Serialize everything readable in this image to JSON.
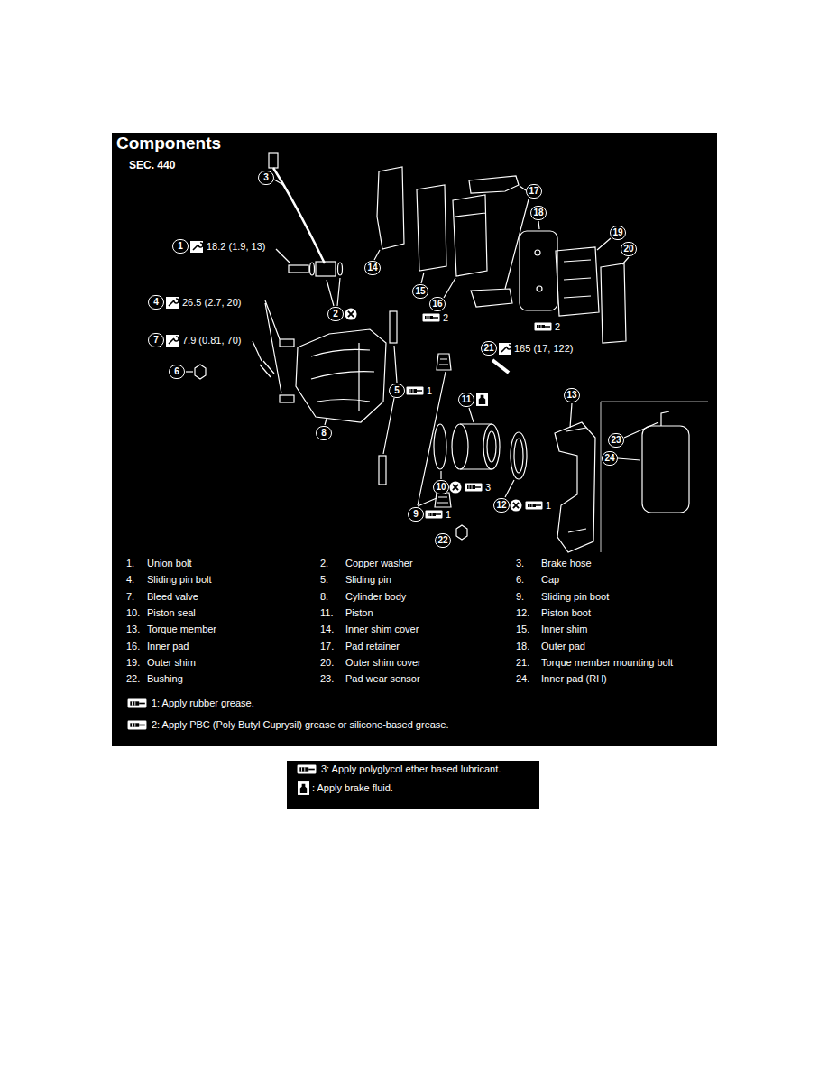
{
  "diagram": {
    "title": "Components",
    "labels": [
      "SEC. 440",
      "3",
      "1",
      "18.2 (1.9, 13)",
      "2",
      "4",
      "26.5 (2.7, 20)",
      "7",
      "7.9 (0.81, 70)",
      "6",
      "14",
      "15",
      "2",
      "16",
      "17",
      "18",
      "19",
      "20",
      "2",
      "21",
      "165 (17, 122)",
      "5",
      "1",
      "8",
      "11",
      "13",
      "10",
      "3",
      "9",
      "1",
      "12",
      "1",
      "22",
      "23",
      "24",
      "1.",
      "Union bolt",
      "2.",
      "Copper washer",
      "3.",
      "Brake hose",
      "4.",
      "Sliding pin bolt",
      "5.",
      "Sliding pin",
      "6.",
      "Cap",
      "7.",
      "Bleed valve",
      "8.",
      "Cylinder body",
      "9.",
      "Sliding pin boot",
      "10.",
      "Piston seal",
      "11.",
      "Piston",
      "12.",
      "Piston boot",
      "13.",
      "Torque member",
      "14.",
      "Inner shim cover",
      "15.",
      "Inner shim",
      "16.",
      "Inner pad",
      "17.",
      "Pad retainer",
      "18.",
      "Outer pad",
      "19.",
      "Outer shim",
      "20.",
      "Outer shim cover",
      "21.",
      "Torque member mounting bolt",
      "22.",
      "Bushing",
      "23.",
      "Pad wear sensor",
      "24.",
      "Inner pad (RH)"
    ],
    "legend": [
      {
        "text": "1: Apply rubber grease."
      },
      {
        "text": "2: Apply PBC (Poly Butyl Cuprysil) grease or silicone-based grease."
      },
      {
        "text": "3: Apply polyglycol ether based lubricant."
      },
      {
        "text": ": Apply brake fluid."
      }
    ]
  }
}
